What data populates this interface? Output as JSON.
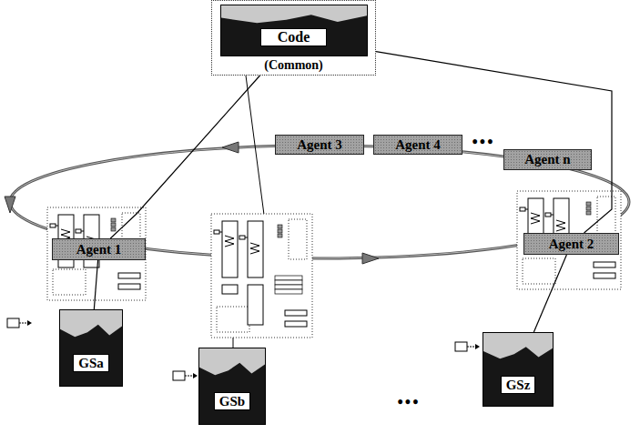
{
  "diagram": {
    "nodes": [
      {
        "text": [
          "Code",
          "(Common)"
        ]
      },
      {
        "text": [
          "Agent 3"
        ]
      },
      {
        "text": [
          "Agent 4"
        ]
      },
      {
        "text": [
          "Agent n"
        ]
      },
      {
        "text": [
          "Agent 1"
        ]
      },
      {
        "text": [
          "Agent 2"
        ]
      },
      {
        "text": [
          "GSa"
        ]
      },
      {
        "text": [
          "GSb"
        ]
      },
      {
        "text": [
          "GSz"
        ]
      }
    ],
    "edges": [
      {
        "from": 0,
        "to": 4,
        "arrow": "none"
      },
      {
        "from": 0,
        "to": 5,
        "arrow": "none"
      },
      {
        "from": 4,
        "to": 6,
        "arrow": "none"
      },
      {
        "from": 5,
        "to": 8,
        "arrow": "none"
      }
    ],
    "labels": [
      "•••",
      "•••"
    ]
  }
}
